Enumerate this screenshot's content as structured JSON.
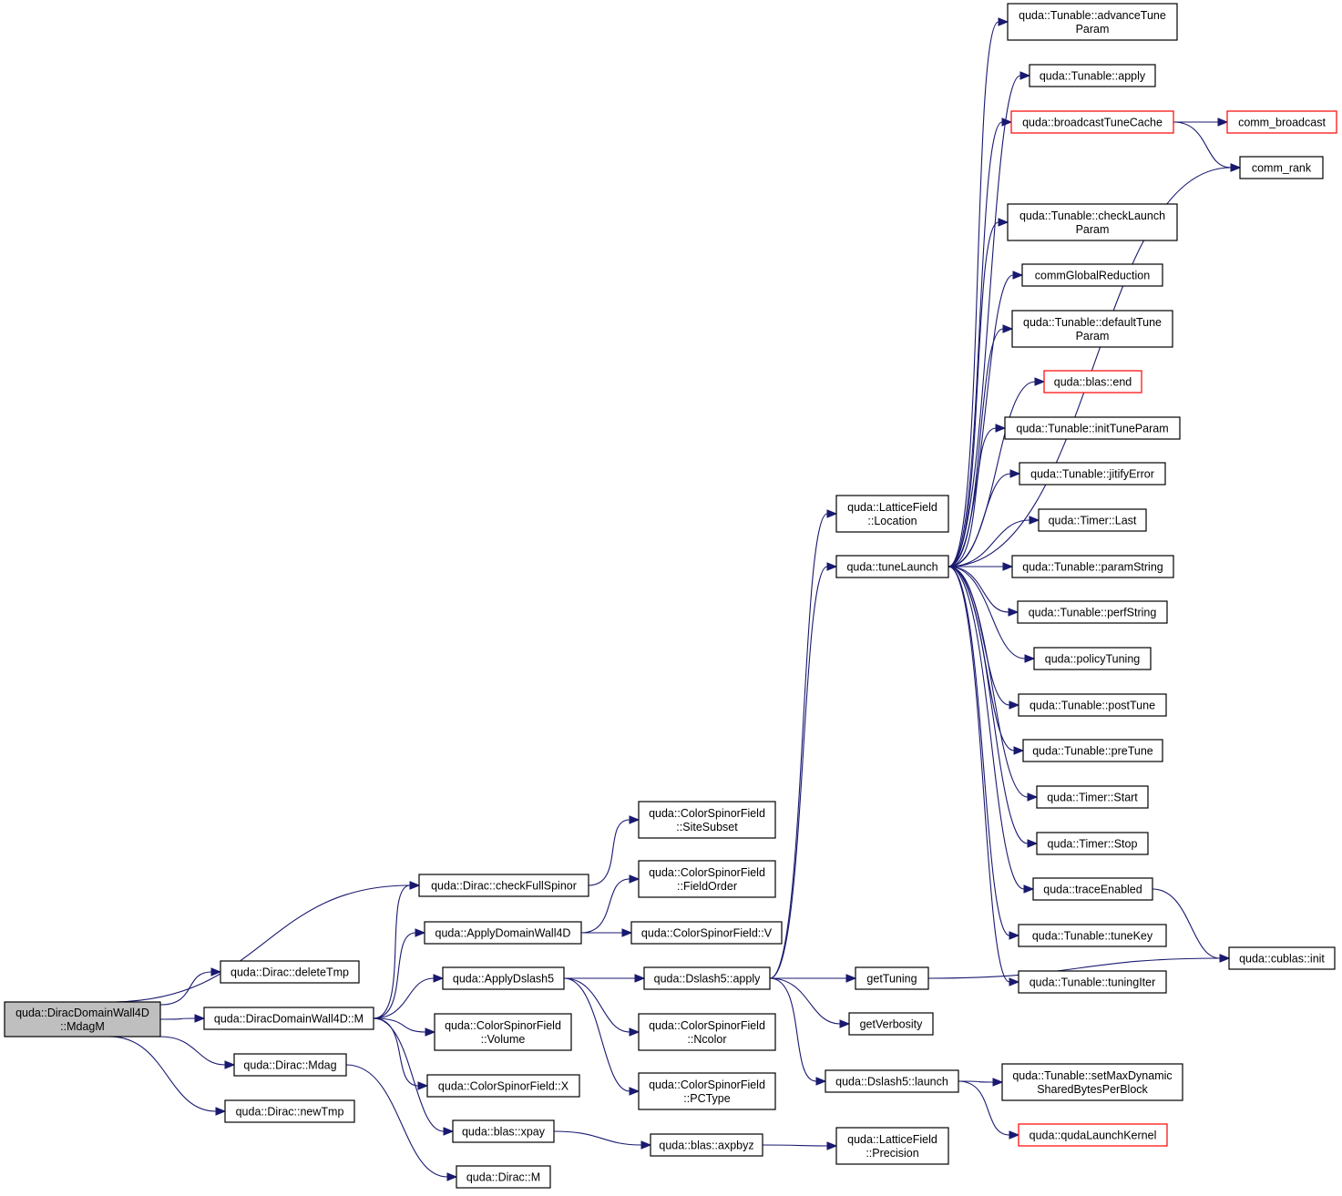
{
  "graph": {
    "nodes": [
      {
        "id": "root",
        "lines": [
          "quda::DiracDomainWall4D",
          "::MdagM"
        ],
        "style": "root"
      },
      {
        "id": "checkFullSpinor",
        "lines": [
          "quda::Dirac::checkFullSpinor"
        ],
        "style": "normal"
      },
      {
        "id": "deleteTmp",
        "lines": [
          "quda::Dirac::deleteTmp"
        ],
        "style": "normal"
      },
      {
        "id": "dwM",
        "lines": [
          "quda::DiracDomainWall4D::M"
        ],
        "style": "normal"
      },
      {
        "id": "Mdag",
        "lines": [
          "quda::Dirac::Mdag"
        ],
        "style": "normal"
      },
      {
        "id": "newTmp",
        "lines": [
          "quda::Dirac::newTmp"
        ],
        "style": "normal"
      },
      {
        "id": "siteSubset",
        "lines": [
          "quda::ColorSpinorField",
          "::SiteSubset"
        ],
        "style": "normal"
      },
      {
        "id": "fieldOrder",
        "lines": [
          "quda::ColorSpinorField",
          "::FieldOrder"
        ],
        "style": "normal"
      },
      {
        "id": "applyDW4D",
        "lines": [
          "quda::ApplyDomainWall4D"
        ],
        "style": "normal"
      },
      {
        "id": "csfV",
        "lines": [
          "quda::ColorSpinorField::V"
        ],
        "style": "normal"
      },
      {
        "id": "applyDslash5",
        "lines": [
          "quda::ApplyDslash5"
        ],
        "style": "normal"
      },
      {
        "id": "d5apply",
        "lines": [
          "quda::Dslash5::apply"
        ],
        "style": "normal"
      },
      {
        "id": "volume",
        "lines": [
          "quda::ColorSpinorField",
          "::Volume"
        ],
        "style": "normal"
      },
      {
        "id": "ncolor",
        "lines": [
          "quda::ColorSpinorField",
          "::Ncolor"
        ],
        "style": "normal"
      },
      {
        "id": "csfX",
        "lines": [
          "quda::ColorSpinorField::X"
        ],
        "style": "normal"
      },
      {
        "id": "pctype",
        "lines": [
          "quda::ColorSpinorField",
          "::PCType"
        ],
        "style": "normal"
      },
      {
        "id": "xpay",
        "lines": [
          "quda::blas::xpay"
        ],
        "style": "normal"
      },
      {
        "id": "axpbyz",
        "lines": [
          "quda::blas::axpbyz"
        ],
        "style": "normal"
      },
      {
        "id": "diracM",
        "lines": [
          "quda::Dirac::M"
        ],
        "style": "normal"
      },
      {
        "id": "lfLocation",
        "lines": [
          "quda::LatticeField",
          "::Location"
        ],
        "style": "normal"
      },
      {
        "id": "tuneLaunch",
        "lines": [
          "quda::tuneLaunch"
        ],
        "style": "normal"
      },
      {
        "id": "getTuning",
        "lines": [
          "getTuning"
        ],
        "style": "normal"
      },
      {
        "id": "getVerbosity",
        "lines": [
          "getVerbosity"
        ],
        "style": "normal"
      },
      {
        "id": "d5launch",
        "lines": [
          "quda::Dslash5::launch"
        ],
        "style": "normal"
      },
      {
        "id": "lfPrecision",
        "lines": [
          "quda::LatticeField",
          "::Precision"
        ],
        "style": "normal"
      },
      {
        "id": "advanceTune",
        "lines": [
          "quda::Tunable::advanceTune",
          "Param"
        ],
        "style": "normal"
      },
      {
        "id": "tApply",
        "lines": [
          "quda::Tunable::apply"
        ],
        "style": "normal"
      },
      {
        "id": "bcastTune",
        "lines": [
          "quda::broadcastTuneCache"
        ],
        "style": "red"
      },
      {
        "id": "checkLaunch",
        "lines": [
          "quda::Tunable::checkLaunch",
          "Param"
        ],
        "style": "normal"
      },
      {
        "id": "commGlobal",
        "lines": [
          "commGlobalReduction"
        ],
        "style": "normal"
      },
      {
        "id": "defaultTune",
        "lines": [
          "quda::Tunable::defaultTune",
          "Param"
        ],
        "style": "normal"
      },
      {
        "id": "blasEnd",
        "lines": [
          "quda::blas::end"
        ],
        "style": "red"
      },
      {
        "id": "initTune",
        "lines": [
          "quda::Tunable::initTuneParam"
        ],
        "style": "normal"
      },
      {
        "id": "jitify",
        "lines": [
          "quda::Tunable::jitifyError"
        ],
        "style": "normal"
      },
      {
        "id": "timerLast",
        "lines": [
          "quda::Timer::Last"
        ],
        "style": "normal"
      },
      {
        "id": "paramString",
        "lines": [
          "quda::Tunable::paramString"
        ],
        "style": "normal"
      },
      {
        "id": "perfString",
        "lines": [
          "quda::Tunable::perfString"
        ],
        "style": "normal"
      },
      {
        "id": "policyTuning",
        "lines": [
          "quda::policyTuning"
        ],
        "style": "normal"
      },
      {
        "id": "postTune",
        "lines": [
          "quda::Tunable::postTune"
        ],
        "style": "normal"
      },
      {
        "id": "preTune",
        "lines": [
          "quda::Tunable::preTune"
        ],
        "style": "normal"
      },
      {
        "id": "timerStart",
        "lines": [
          "quda::Timer::Start"
        ],
        "style": "normal"
      },
      {
        "id": "timerStop",
        "lines": [
          "quda::Timer::Stop"
        ],
        "style": "normal"
      },
      {
        "id": "traceEnabled",
        "lines": [
          "quda::traceEnabled"
        ],
        "style": "normal"
      },
      {
        "id": "tuneKey",
        "lines": [
          "quda::Tunable::tuneKey"
        ],
        "style": "normal"
      },
      {
        "id": "tuningIter",
        "lines": [
          "quda::Tunable::tuningIter"
        ],
        "style": "normal"
      },
      {
        "id": "setMaxDyn",
        "lines": [
          "quda::Tunable::setMaxDynamic",
          "SharedBytesPerBlock"
        ],
        "style": "normal"
      },
      {
        "id": "qudaLaunch",
        "lines": [
          "quda::qudaLaunchKernel"
        ],
        "style": "red"
      },
      {
        "id": "commBroadcast",
        "lines": [
          "comm_broadcast"
        ],
        "style": "red"
      },
      {
        "id": "commRank",
        "lines": [
          "comm_rank"
        ],
        "style": "normal"
      },
      {
        "id": "cublasInit",
        "lines": [
          "quda::cublas::init"
        ],
        "style": "normal"
      }
    ],
    "edges": [
      [
        "root",
        "checkFullSpinor"
      ],
      [
        "root",
        "deleteTmp"
      ],
      [
        "root",
        "dwM"
      ],
      [
        "root",
        "Mdag"
      ],
      [
        "root",
        "newTmp"
      ],
      [
        "checkFullSpinor",
        "siteSubset"
      ],
      [
        "dwM",
        "checkFullSpinor"
      ],
      [
        "dwM",
        "applyDW4D"
      ],
      [
        "dwM",
        "applyDslash5"
      ],
      [
        "dwM",
        "volume"
      ],
      [
        "dwM",
        "csfX"
      ],
      [
        "dwM",
        "xpay"
      ],
      [
        "applyDW4D",
        "fieldOrder"
      ],
      [
        "applyDW4D",
        "csfV"
      ],
      [
        "applyDslash5",
        "d5apply"
      ],
      [
        "applyDslash5",
        "ncolor"
      ],
      [
        "applyDslash5",
        "pctype"
      ],
      [
        "Mdag",
        "diracM"
      ],
      [
        "xpay",
        "axpbyz"
      ],
      [
        "axpbyz",
        "lfPrecision"
      ],
      [
        "d5apply",
        "lfLocation"
      ],
      [
        "d5apply",
        "tuneLaunch"
      ],
      [
        "d5apply",
        "getTuning"
      ],
      [
        "d5apply",
        "getVerbosity"
      ],
      [
        "d5apply",
        "d5launch"
      ],
      [
        "d5launch",
        "setMaxDyn"
      ],
      [
        "d5launch",
        "qudaLaunch"
      ],
      [
        "tuneLaunch",
        "advanceTune"
      ],
      [
        "tuneLaunch",
        "tApply"
      ],
      [
        "tuneLaunch",
        "bcastTune"
      ],
      [
        "tuneLaunch",
        "commRank"
      ],
      [
        "tuneLaunch",
        "checkLaunch"
      ],
      [
        "tuneLaunch",
        "commGlobal"
      ],
      [
        "tuneLaunch",
        "defaultTune"
      ],
      [
        "tuneLaunch",
        "blasEnd"
      ],
      [
        "tuneLaunch",
        "initTune"
      ],
      [
        "tuneLaunch",
        "jitify"
      ],
      [
        "tuneLaunch",
        "timerLast"
      ],
      [
        "tuneLaunch",
        "paramString"
      ],
      [
        "tuneLaunch",
        "perfString"
      ],
      [
        "tuneLaunch",
        "policyTuning"
      ],
      [
        "tuneLaunch",
        "postTune"
      ],
      [
        "tuneLaunch",
        "preTune"
      ],
      [
        "tuneLaunch",
        "timerStart"
      ],
      [
        "tuneLaunch",
        "timerStop"
      ],
      [
        "tuneLaunch",
        "traceEnabled"
      ],
      [
        "tuneLaunch",
        "tuneKey"
      ],
      [
        "tuneLaunch",
        "tuningIter"
      ],
      [
        "bcastTune",
        "commBroadcast"
      ],
      [
        "bcastTune",
        "commRank"
      ],
      [
        "traceEnabled",
        "cublasInit"
      ],
      [
        "getTuning",
        "cublasInit"
      ]
    ]
  },
  "colors": {
    "edge": "#191970",
    "root_fill": "#bfbfbf",
    "red_border": "#ff0000"
  }
}
